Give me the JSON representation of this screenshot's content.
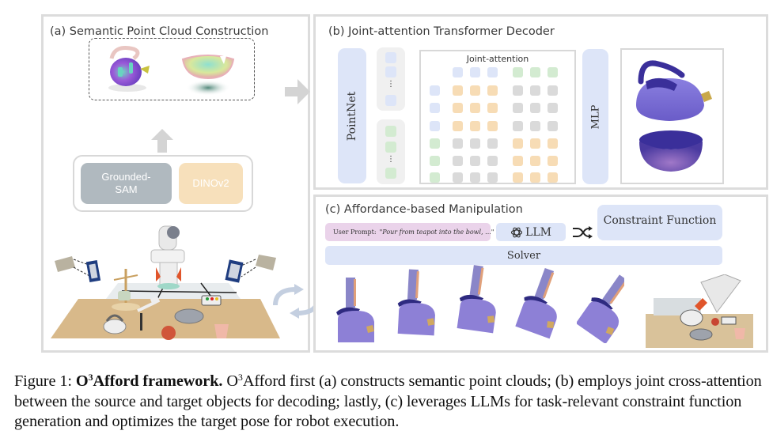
{
  "panels": {
    "a": {
      "title": "(a) Semantic Point Cloud Construction",
      "models": [
        "Grounded-\nSAM",
        "DINOv2"
      ],
      "model_labels": {
        "grounded_sam_line1": "Grounded-",
        "grounded_sam_line2": "SAM",
        "dinov2": "DINOv2"
      },
      "objects": [
        "teapot point cloud",
        "bowl point cloud"
      ],
      "scene": "robot arm workspace with cameras, teapot, bowl, apple, cup, hammer, knife, mug rack, button box"
    },
    "b": {
      "title": "(b) Joint-attention Transformer Decoder",
      "encoder_label": "PointNet",
      "attention_label": "Joint-attention",
      "mlp_label": "MLP",
      "token_ellipsis": "⋮",
      "attention_matrix": {
        "col_tokens": [
          "source",
          "source",
          "source",
          "target",
          "target",
          "target"
        ],
        "row_tokens": [
          "source",
          "source",
          "source",
          "target",
          "target",
          "target"
        ],
        "cells": [
          [
            "cross",
            "cross",
            "cross",
            "self",
            "self",
            "self"
          ],
          [
            "cross",
            "cross",
            "cross",
            "self",
            "self",
            "self"
          ],
          [
            "cross",
            "cross",
            "cross",
            "self",
            "self",
            "self"
          ],
          [
            "self",
            "self",
            "self",
            "cross",
            "cross",
            "cross"
          ],
          [
            "self",
            "self",
            "self",
            "cross",
            "cross",
            "cross"
          ],
          [
            "self",
            "self",
            "self",
            "cross",
            "cross",
            "cross"
          ]
        ]
      },
      "output": [
        "teapot affordance map",
        "bowl affordance map"
      ]
    },
    "c": {
      "title": "(c) Affordance-based Manipulation",
      "prompt_prefix": "User Prompt:",
      "prompt_text": "\"Pour from teapot into the bowl, ...\"",
      "llm_label": "LLM",
      "constraint_label": "Constraint Function",
      "solver_label": "Solver",
      "trajectory_steps": 5
    }
  },
  "colors": {
    "source_token": "#dde5f8",
    "target_token": "#d3ebd1",
    "cross_cell": "#f7dcb5",
    "self_cell": "#dadada",
    "prompt_bg": "#ead3ea",
    "block_bg": "#dde5f8",
    "panel_border": "#dcdcdc"
  },
  "caption": {
    "label": "Figure 1:",
    "bold_prefix": "O",
    "bold_sup": "3",
    "bold_rest": "Afford framework.",
    "name_prefix": "O",
    "name_sup": "3",
    "text": "Afford first (a) constructs semantic point clouds; (b) employs joint cross-attention between the source and target objects for decoding; lastly, (c) leverages LLMs for task-relevant constraint function generation and optimizes the target pose for robot execution."
  }
}
